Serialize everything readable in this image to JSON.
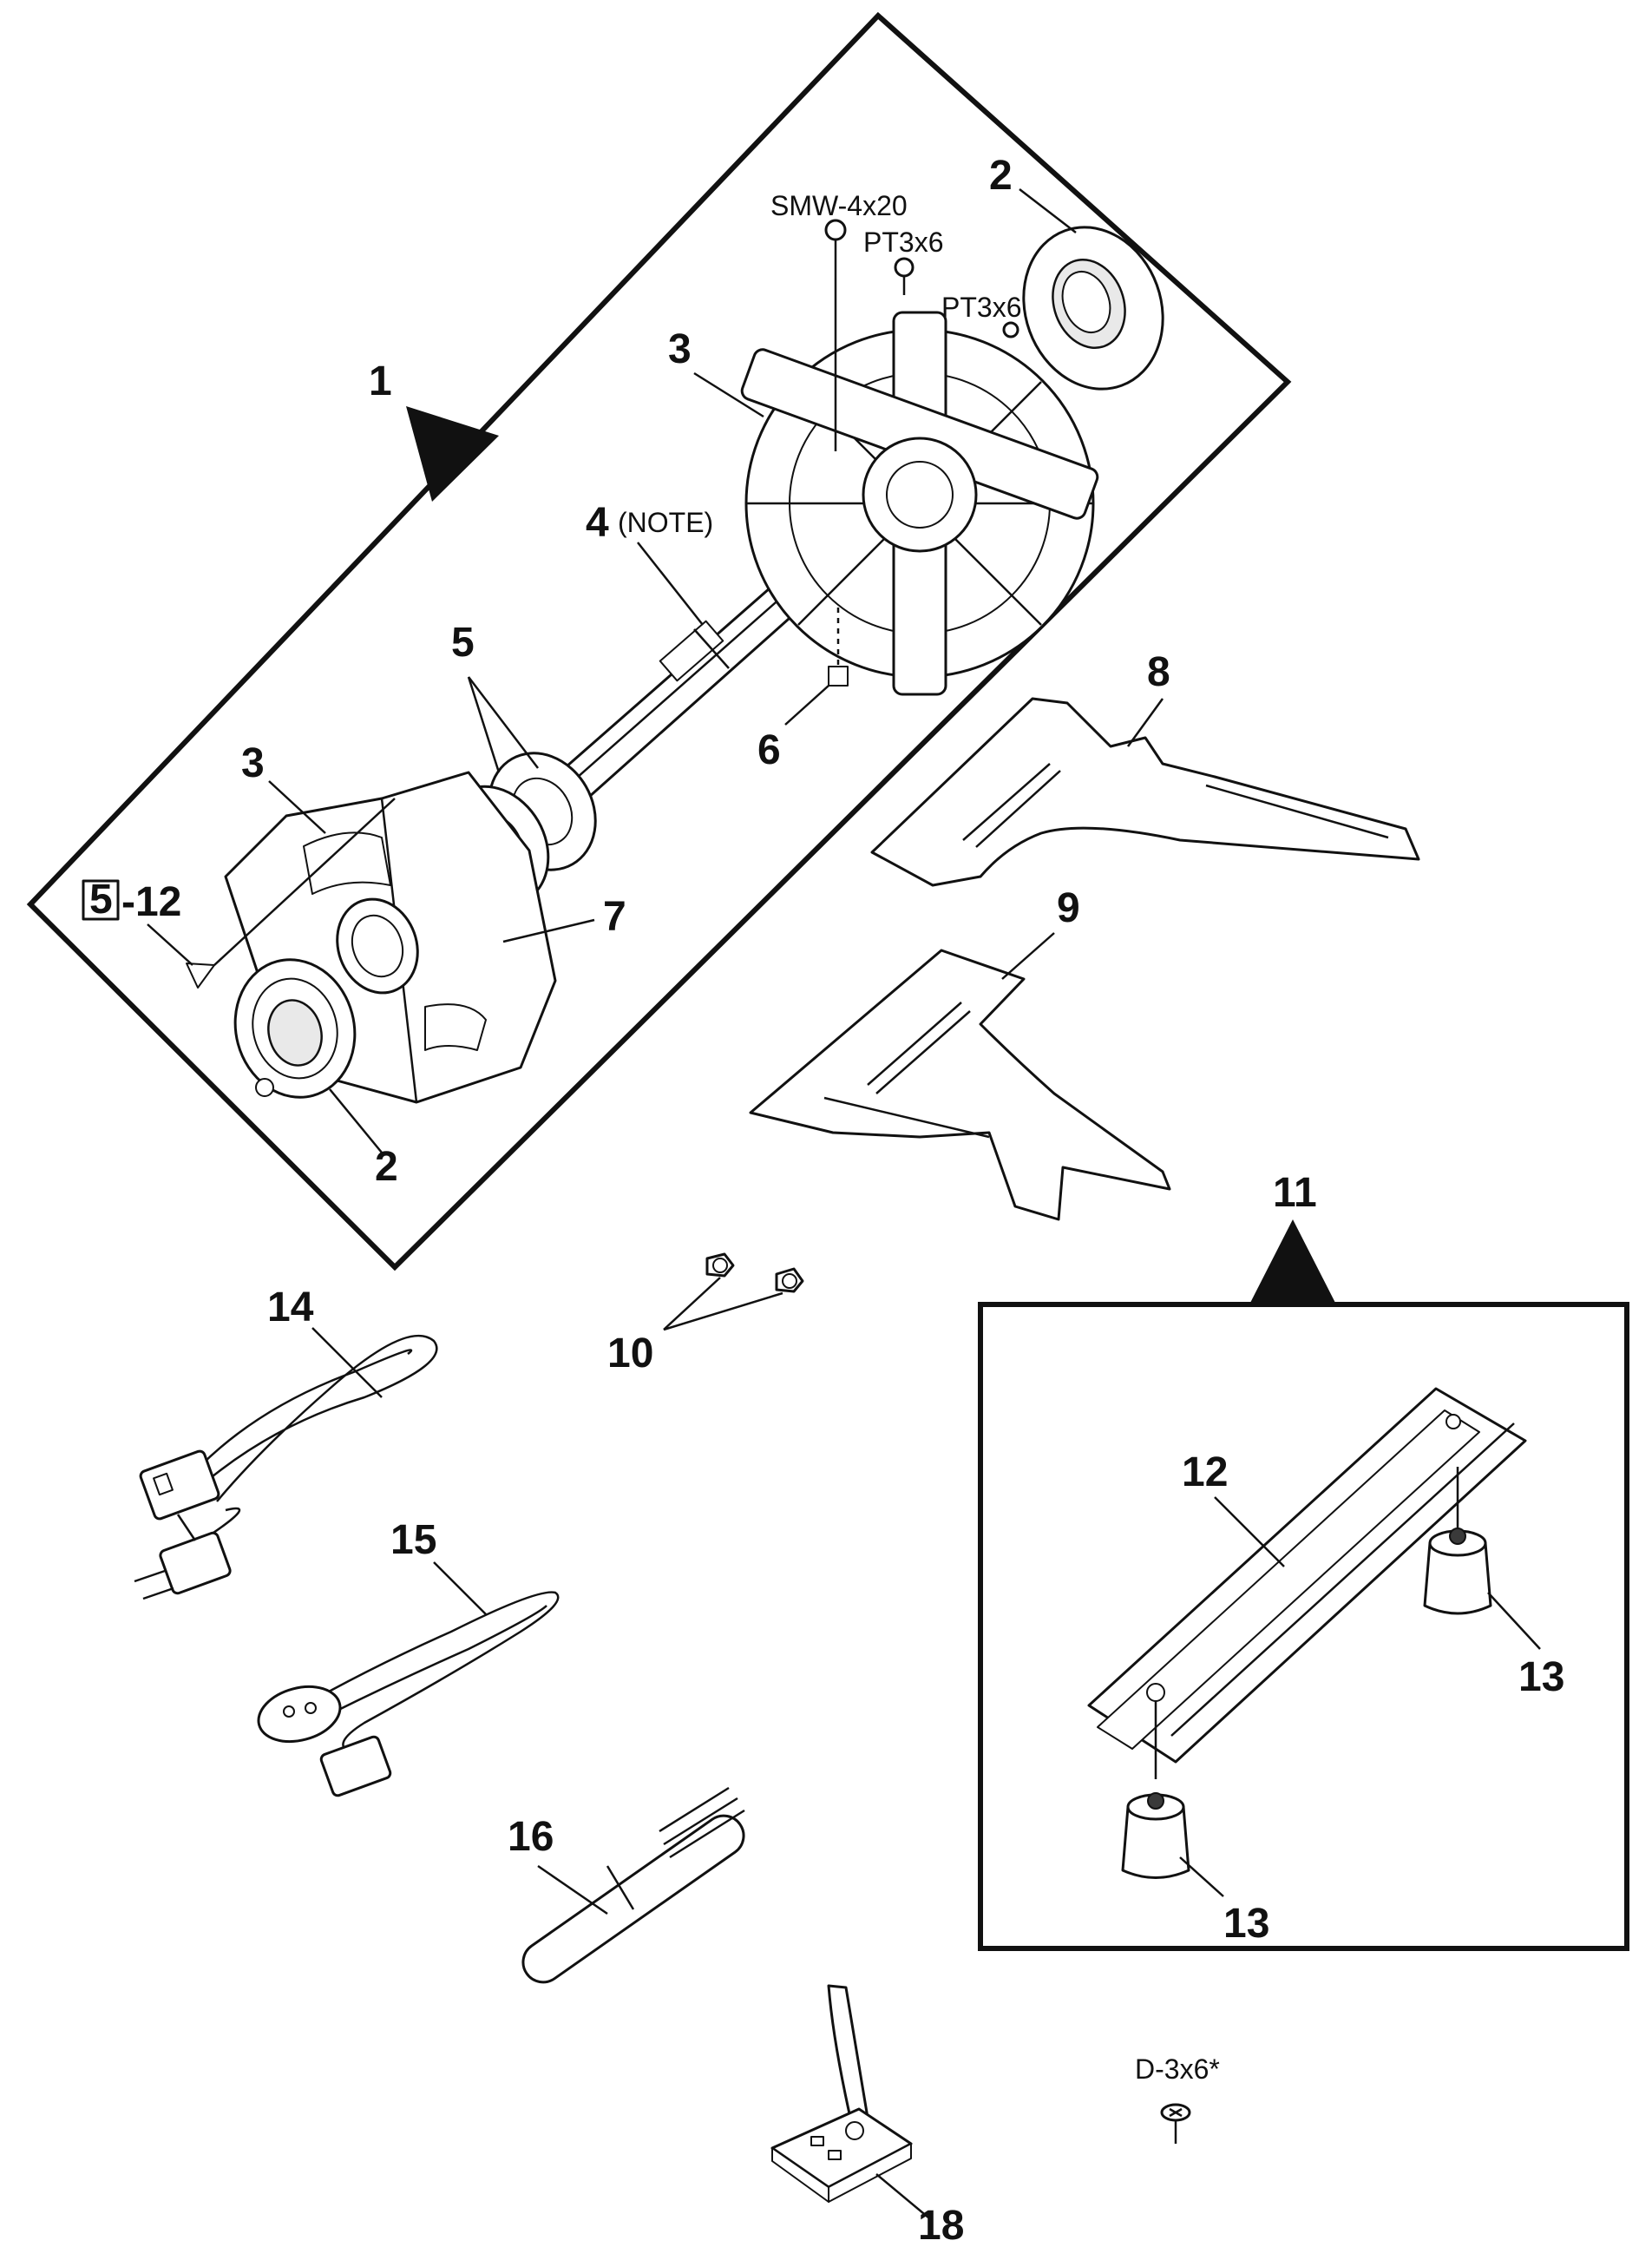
{
  "labels": {
    "c1": "1",
    "c2_top": "2",
    "c2_bottom": "2",
    "c3_top": "3",
    "c3_bottom": "3",
    "c4": "4",
    "c4_note": "(NOTE)",
    "c5": "5",
    "ref_box": "5",
    "ref_item": "-12",
    "c6": "6",
    "c7": "7",
    "c8": "8",
    "c9": "9",
    "c10": "10",
    "c11": "11",
    "c12": "12",
    "c13_top": "13",
    "c13_bottom": "13",
    "c14": "14",
    "c15": "15",
    "c16": "16",
    "c18": "18",
    "screw_smw": "SMW-4x20",
    "screw_pt1": "PT3x6",
    "screw_pt2": "PT3x6",
    "screw_d": "D-3x6*"
  }
}
